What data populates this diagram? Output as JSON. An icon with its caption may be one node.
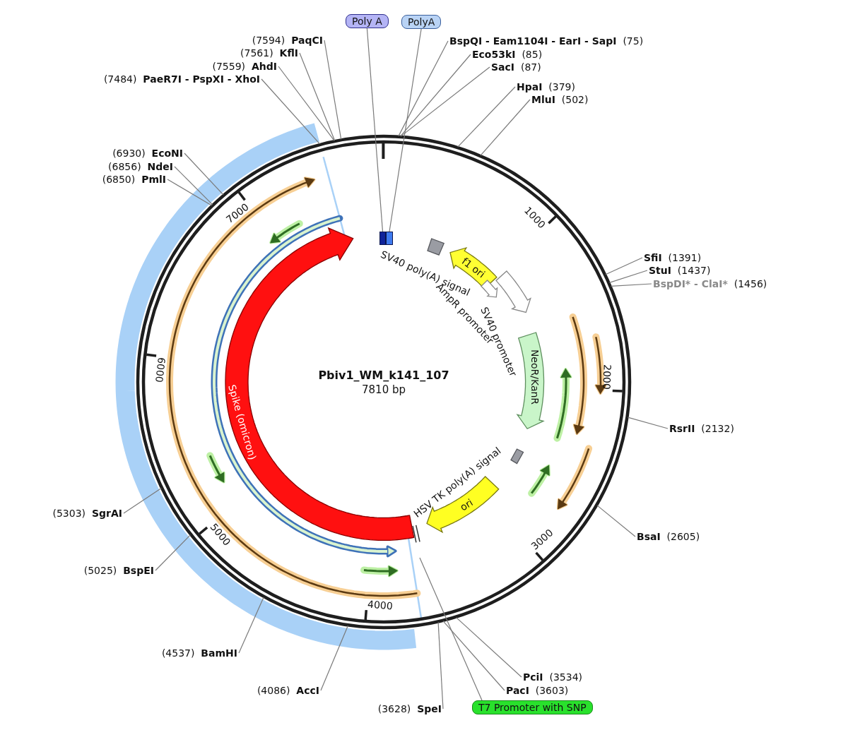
{
  "diagram": {
    "title": "Pbiv1_WM_k141_107",
    "nodes": [
      {
        "text": [
          "Poly A"
        ]
      },
      {
        "text": [
          "PolyA"
        ]
      },
      {
        "text": [
          "(7594)",
          "PaqCI"
        ]
      },
      {
        "text": [
          "(7561)",
          "KflI"
        ]
      },
      {
        "text": [
          "(7559)",
          "AhdI"
        ]
      },
      {
        "text": [
          "(7484)",
          "PaeR7I - PspXI - XhoI"
        ]
      },
      {
        "text": [
          "BspQI - Eam1104I - EarI - SapI",
          "(75)"
        ]
      },
      {
        "text": [
          "Eco53kI",
          "(85)"
        ]
      },
      {
        "text": [
          "SacI",
          "(87)"
        ]
      },
      {
        "text": [
          "HpaI",
          "(379)"
        ]
      },
      {
        "text": [
          "MluI",
          "(502)"
        ]
      },
      {
        "text": [
          "(6930)",
          "EcoNI"
        ]
      },
      {
        "text": [
          "(6856)",
          "NdeI"
        ]
      },
      {
        "text": [
          "(6850)",
          "PmlI"
        ]
      },
      {
        "text": [
          "SfiI",
          "(1391)"
        ]
      },
      {
        "text": [
          "StuI",
          "(1437)"
        ]
      },
      {
        "text": [
          "BspDI* - ClaI*",
          "(1456)"
        ]
      },
      {
        "text": [
          "RsrII",
          "(2132)"
        ]
      },
      {
        "text": [
          "BsaI",
          "(2605)"
        ]
      },
      {
        "text": [
          "PciI",
          "(3534)"
        ]
      },
      {
        "text": [
          "PacI",
          "(3603)"
        ]
      },
      {
        "text": [
          "T7 Promoter with SNP"
        ]
      },
      {
        "text": [
          "(3628)",
          "SpeI"
        ]
      },
      {
        "text": [
          "(4086)",
          "AccI"
        ]
      },
      {
        "text": [
          "(4537)",
          "BamHI"
        ]
      },
      {
        "text": [
          "(5025)",
          "BspEI"
        ]
      },
      {
        "text": [
          "(5303)",
          "SgrAI"
        ]
      },
      {
        "text": [],
        "shape": "box",
        "beside": [
          "SV40 poly(A) signal"
        ]
      },
      {
        "text": [
          "f1 ori"
        ]
      },
      {
        "text": [],
        "shape": "arrow",
        "beside": [
          "AmpR promoter"
        ]
      },
      {
        "text": [],
        "shape": "arrow",
        "beside": [
          "SV40 promoter"
        ]
      },
      {
        "text": [
          "NeoR/KanR"
        ]
      },
      {
        "text": [],
        "shape": "box"
      },
      {
        "text": [
          "ori"
        ]
      },
      {
        "text": [
          "Spike (omicron)"
        ]
      },
      {
        "text": [],
        "shape": "box"
      },
      {
        "text": [],
        "shape": "box"
      }
    ],
    "edges": [
      {
        "from": 0,
        "to": 35,
        "arrow": "none"
      },
      {
        "from": 1,
        "to": 36,
        "arrow": "none"
      },
      {
        "from": 2,
        "to": null,
        "arrow": "none"
      },
      {
        "from": 3,
        "to": null,
        "arrow": "none"
      },
      {
        "from": 4,
        "to": null,
        "arrow": "none"
      },
      {
        "from": 5,
        "to": null,
        "arrow": "none"
      },
      {
        "from": 6,
        "to": null,
        "arrow": "none"
      },
      {
        "from": 7,
        "to": null,
        "arrow": "none"
      },
      {
        "from": 8,
        "to": null,
        "arrow": "none"
      },
      {
        "from": 9,
        "to": null,
        "arrow": "none"
      },
      {
        "from": 10,
        "to": null,
        "arrow": "none"
      },
      {
        "from": 11,
        "to": null,
        "arrow": "none"
      },
      {
        "from": 12,
        "to": null,
        "arrow": "none"
      },
      {
        "from": 13,
        "to": null,
        "arrow": "none"
      },
      {
        "from": 14,
        "to": null,
        "arrow": "none"
      },
      {
        "from": 15,
        "to": null,
        "arrow": "none"
      },
      {
        "from": 16,
        "to": null,
        "arrow": "none"
      },
      {
        "from": 17,
        "to": null,
        "arrow": "none"
      },
      {
        "from": 18,
        "to": null,
        "arrow": "none"
      },
      {
        "from": 19,
        "to": null,
        "arrow": "none"
      },
      {
        "from": 20,
        "to": null,
        "arrow": "none"
      },
      {
        "from": 21,
        "to": null,
        "arrow": "none"
      },
      {
        "from": 22,
        "to": null,
        "arrow": "none"
      },
      {
        "from": 23,
        "to": null,
        "arrow": "none"
      },
      {
        "from": 24,
        "to": null,
        "arrow": "none"
      },
      {
        "from": 25,
        "to": null,
        "arrow": "none"
      },
      {
        "from": 26,
        "to": null,
        "arrow": "none"
      }
    ],
    "labels": [
      "1000",
      "2000",
      "3000",
      "4000",
      "5000",
      "6000",
      "7000",
      "7810 bp",
      "HSV TK poly(A) signal"
    ]
  }
}
